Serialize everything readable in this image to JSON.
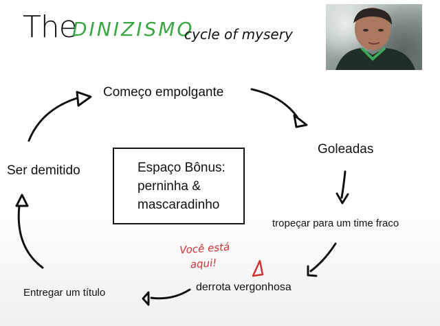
{
  "title": {
    "part1": "The",
    "part2": "DINIZISMO",
    "part3": "cycle of mysery"
  },
  "cycle_nodes": {
    "comeco": "Começo empolgante",
    "goleadas": "Goleadas",
    "tropecar": "tropeçar para um time fraco",
    "derrota": "derrota vergonhosa",
    "entregar": "Entregar um título",
    "ser_demitido": "Ser demitido"
  },
  "bonus": {
    "line1": "Espaço Bônus:",
    "line2": "perninha &",
    "line3": "mascaradinho"
  },
  "annotation": {
    "line1": "Você está",
    "line2": "aqui!",
    "color": "#d03232"
  },
  "colors": {
    "title_accent": "#39a843",
    "ink": "#111111"
  }
}
